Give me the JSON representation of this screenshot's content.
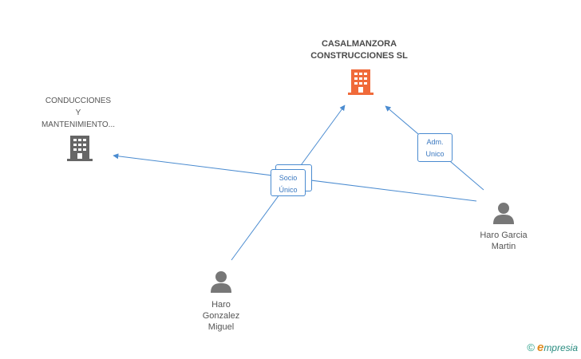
{
  "colors": {
    "edge": "#4a8bd0",
    "company_main": "#f06a3a",
    "company_other": "#666666",
    "person": "#777777"
  },
  "nodes": {
    "main_company": {
      "line1": "CASALMANZORA",
      "line2": "CONSTRUCCIONES SL",
      "icon": "building-icon"
    },
    "other_company": {
      "line1": "CONDUCCIONES",
      "line2": "Y",
      "line3": "MANTENIMIENTO...",
      "icon": "building-icon"
    },
    "person_right": {
      "line1": "Haro Garcia",
      "line2": "Martin",
      "icon": "person-icon"
    },
    "person_bottom": {
      "line1": "Haro",
      "line2": "Gonzalez",
      "line3": "Miguel",
      "icon": "person-icon"
    }
  },
  "edges": {
    "socio": {
      "line1": "Socio",
      "line2": "Único"
    },
    "adm": {
      "line1": "Adm.",
      "line2": "Unico"
    }
  },
  "footer": {
    "copyright": "©",
    "brand_initial": "e",
    "brand_rest": "mpresia"
  }
}
